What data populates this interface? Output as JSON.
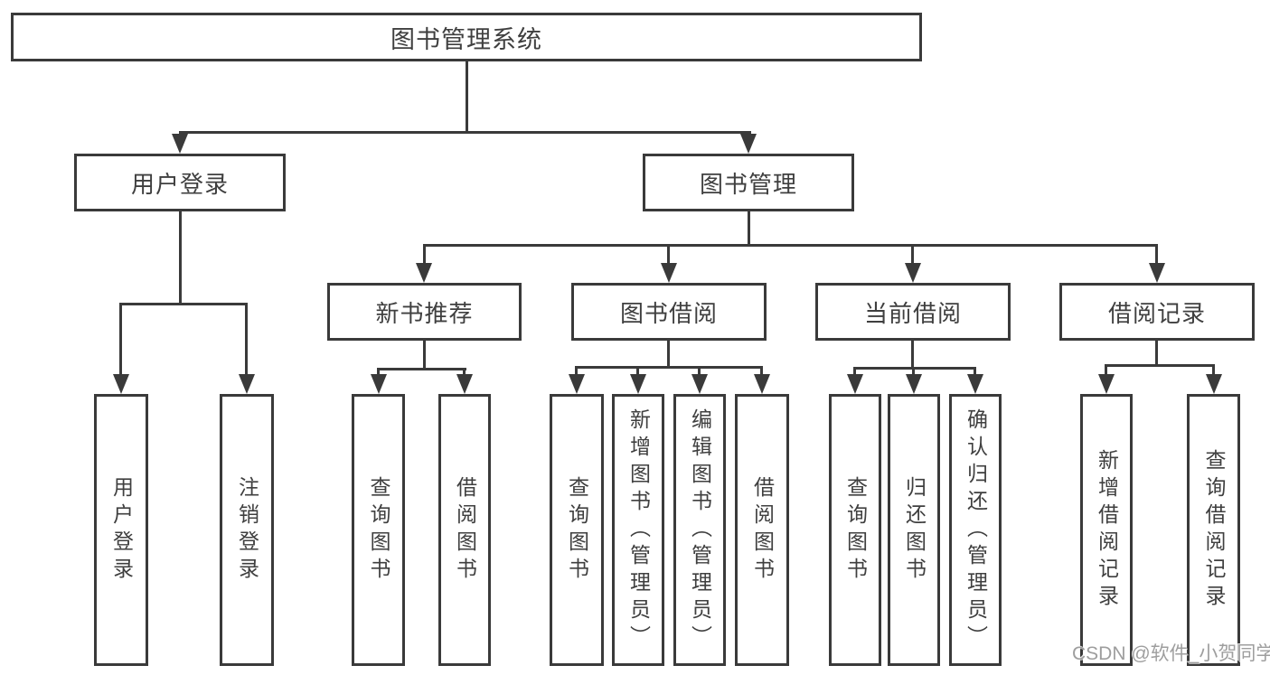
{
  "tree": {
    "root": {
      "label": "图书管理系统"
    },
    "branches": [
      {
        "label": "用户登录",
        "children": [
          {
            "label": "用户登录"
          },
          {
            "label": "注销登录"
          }
        ]
      },
      {
        "label": "图书管理",
        "children": [
          {
            "label": "新书推荐",
            "children": [
              {
                "label": "查询图书"
              },
              {
                "label": "借阅图书"
              }
            ]
          },
          {
            "label": "图书借阅",
            "children": [
              {
                "label": "查询图书"
              },
              {
                "label": "新增图书（管理员）"
              },
              {
                "label": "编辑图书（管理员）"
              },
              {
                "label": "借阅图书"
              }
            ]
          },
          {
            "label": "当前借阅",
            "children": [
              {
                "label": "查询图书"
              },
              {
                "label": "归还图书"
              },
              {
                "label": "确认归还（管理员）"
              }
            ]
          },
          {
            "label": "借阅记录",
            "children": [
              {
                "label": "新增借阅记录"
              },
              {
                "label": "查询借阅记录"
              }
            ]
          }
        ]
      }
    ]
  },
  "watermark": "CSDN @软件_小贺同学",
  "colors": {
    "line": "#3a3a3a",
    "text": "#3f3f3f",
    "background": "#ffffff",
    "watermark": "#9e9e9e"
  }
}
